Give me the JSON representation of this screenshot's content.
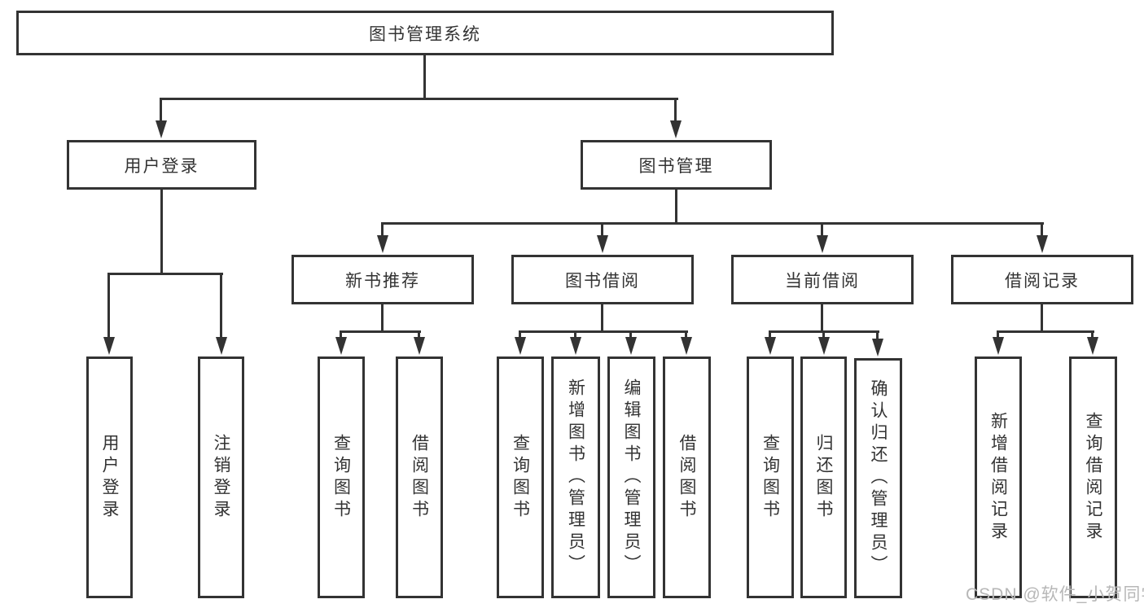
{
  "tree": {
    "label": "图书管理系统",
    "children": [
      {
        "label": "用户登录",
        "children": [
          {
            "label": "用户登录"
          },
          {
            "label": "注销登录"
          }
        ]
      },
      {
        "label": "图书管理",
        "children": [
          {
            "label": "新书推荐",
            "children": [
              {
                "label": "查询图书"
              },
              {
                "label": "借阅图书"
              }
            ]
          },
          {
            "label": "图书借阅",
            "children": [
              {
                "label": "查询图书"
              },
              {
                "label": "新增图书（管理员）"
              },
              {
                "label": "编辑图书（管理员）"
              },
              {
                "label": "借阅图书"
              }
            ]
          },
          {
            "label": "当前借阅",
            "children": [
              {
                "label": "查询图书"
              },
              {
                "label": "归还图书"
              },
              {
                "label": "确认归还（管理员）"
              }
            ]
          },
          {
            "label": "借阅记录",
            "children": [
              {
                "label": "新增借阅记录"
              },
              {
                "label": "查询借阅记录"
              }
            ]
          }
        ]
      }
    ]
  },
  "watermark": {
    "text": "CSDN @软件_小贺同学"
  },
  "colors": {
    "line": "#333333",
    "text": "#333333",
    "watermark_text": "#b7b7b7",
    "background": "#ffffff"
  }
}
